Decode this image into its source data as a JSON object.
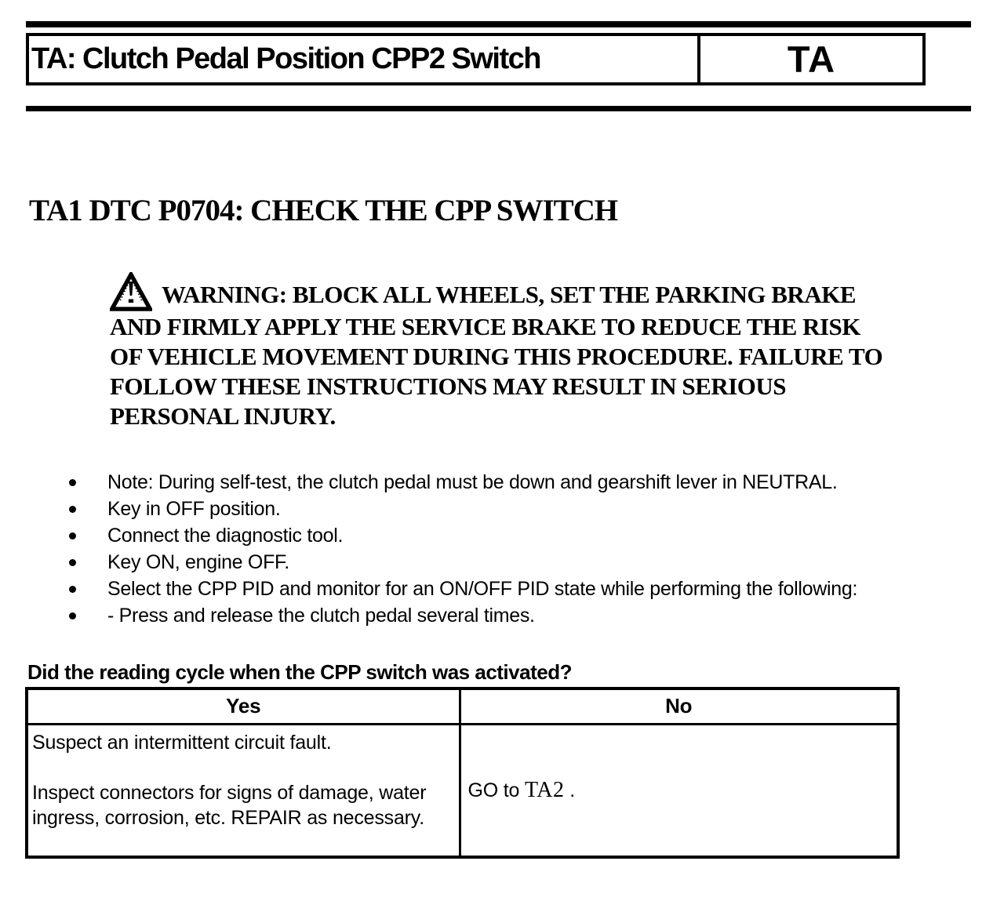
{
  "page": {
    "header": {
      "title": "TA: Clutch Pedal Position CPP2 Switch",
      "code": "TA"
    },
    "heading": "TA1 DTC P0704: CHECK THE CPP SWITCH",
    "warning": {
      "icon": "warning-triangle-icon",
      "lines": [
        "WARNING: BLOCK ALL WHEELS, SET THE PARKING BRAKE",
        "AND FIRMLY APPLY THE SERVICE BRAKE TO REDUCE THE RISK",
        "OF VEHICLE MOVEMENT DURING THIS PROCEDURE. FAILURE TO",
        "FOLLOW THESE INSTRUCTIONS MAY RESULT IN SERIOUS",
        "PERSONAL INJURY."
      ]
    },
    "bullets": [
      "Note: During self-test, the clutch pedal must be down and gearshift lever in NEUTRAL.",
      "Key in OFF position.",
      "Connect the diagnostic tool.",
      "Key ON, engine OFF.",
      "Select the CPP PID and monitor for an ON/OFF PID state while performing the following:",
      "- Press and release the clutch pedal several times."
    ],
    "question": "Did the reading cycle when the CPP switch was activated?",
    "decision_table": {
      "columns": [
        "Yes",
        "No"
      ],
      "yes": {
        "paragraphs": [
          "Suspect an intermittent circuit fault.",
          "Inspect connectors for signs of damage, water ingress, corrosion, etc. REPAIR as necessary."
        ]
      },
      "no": {
        "prefix": "GO to ",
        "link": "TA2",
        "suffix": " ."
      }
    },
    "colors": {
      "ink": "#000000",
      "paper": "#ffffff"
    }
  }
}
